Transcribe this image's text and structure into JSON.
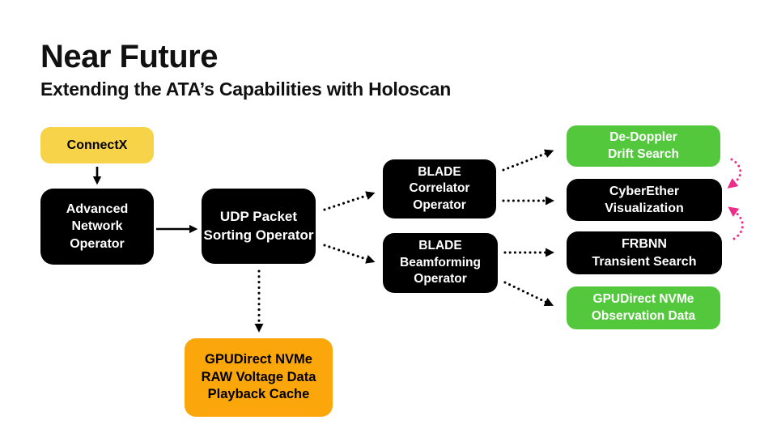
{
  "slide": {
    "title": "Near Future",
    "subtitle": "Extending the ATA’s Capabilities with Holoscan"
  },
  "colors": {
    "background": "#FFFFFF",
    "node_black": "#000000",
    "node_yellow": "#F7D349",
    "node_green": "#53C83D",
    "node_orange": "#FBA60B",
    "arrow_black": "#000000",
    "arrow_pink": "#EE2D8B",
    "title_text": "#111111"
  },
  "nodes": [
    {
      "id": "connectx",
      "label": "ConnectX",
      "color": "yellow"
    },
    {
      "id": "ano",
      "label": "Advanced\nNetwork\nOperator",
      "color": "black"
    },
    {
      "id": "udp",
      "label": "UDP Packet\nSorting Operator",
      "color": "black"
    },
    {
      "id": "correlator",
      "label": "BLADE\nCorrelator\nOperator",
      "color": "black"
    },
    {
      "id": "beamform",
      "label": "BLADE\nBeamforming\nOperator",
      "color": "black"
    },
    {
      "id": "dedoppler",
      "label": "De-Doppler\nDrift Search",
      "color": "green"
    },
    {
      "id": "cyberether",
      "label": "CyberEther\nVisualization",
      "color": "black"
    },
    {
      "id": "frbnn",
      "label": "FRBNN\nTransient Search",
      "color": "black"
    },
    {
      "id": "gpuobs",
      "label": "GPUDirect NVMe\nObservation Data",
      "color": "green"
    },
    {
      "id": "playback",
      "label": "GPUDirect NVMe\nRAW Voltage Data\nPlayback Cache",
      "color": "orange"
    }
  ],
  "edges": [
    {
      "from": "ConnectX",
      "to": "Advanced Network Operator",
      "style": "solid"
    },
    {
      "from": "Advanced Network Operator",
      "to": "UDP Packet Sorting Operator",
      "style": "solid"
    },
    {
      "from": "UDP Packet Sorting Operator",
      "to": "BLADE Correlator Operator",
      "style": "dotted"
    },
    {
      "from": "UDP Packet Sorting Operator",
      "to": "BLADE Beamforming Operator",
      "style": "dotted"
    },
    {
      "from": "UDP Packet Sorting Operator",
      "to": "GPUDirect NVMe RAW Voltage Data Playback Cache",
      "style": "dotted"
    },
    {
      "from": "BLADE Correlator Operator",
      "to": "De-Doppler Drift Search",
      "style": "dotted"
    },
    {
      "from": "BLADE Correlator Operator",
      "to": "CyberEther Visualization",
      "style": "dotted"
    },
    {
      "from": "BLADE Beamforming Operator",
      "to": "FRBNN Transient Search",
      "style": "dotted"
    },
    {
      "from": "BLADE Beamforming Operator",
      "to": "GPUDirect NVMe Observation Data",
      "style": "dotted"
    },
    {
      "from": "De-Doppler Drift Search",
      "to": "CyberEther Visualization",
      "style": "dotted-pink"
    },
    {
      "from": "FRBNN Transient Search",
      "to": "CyberEther Visualization",
      "style": "dotted-pink"
    }
  ]
}
